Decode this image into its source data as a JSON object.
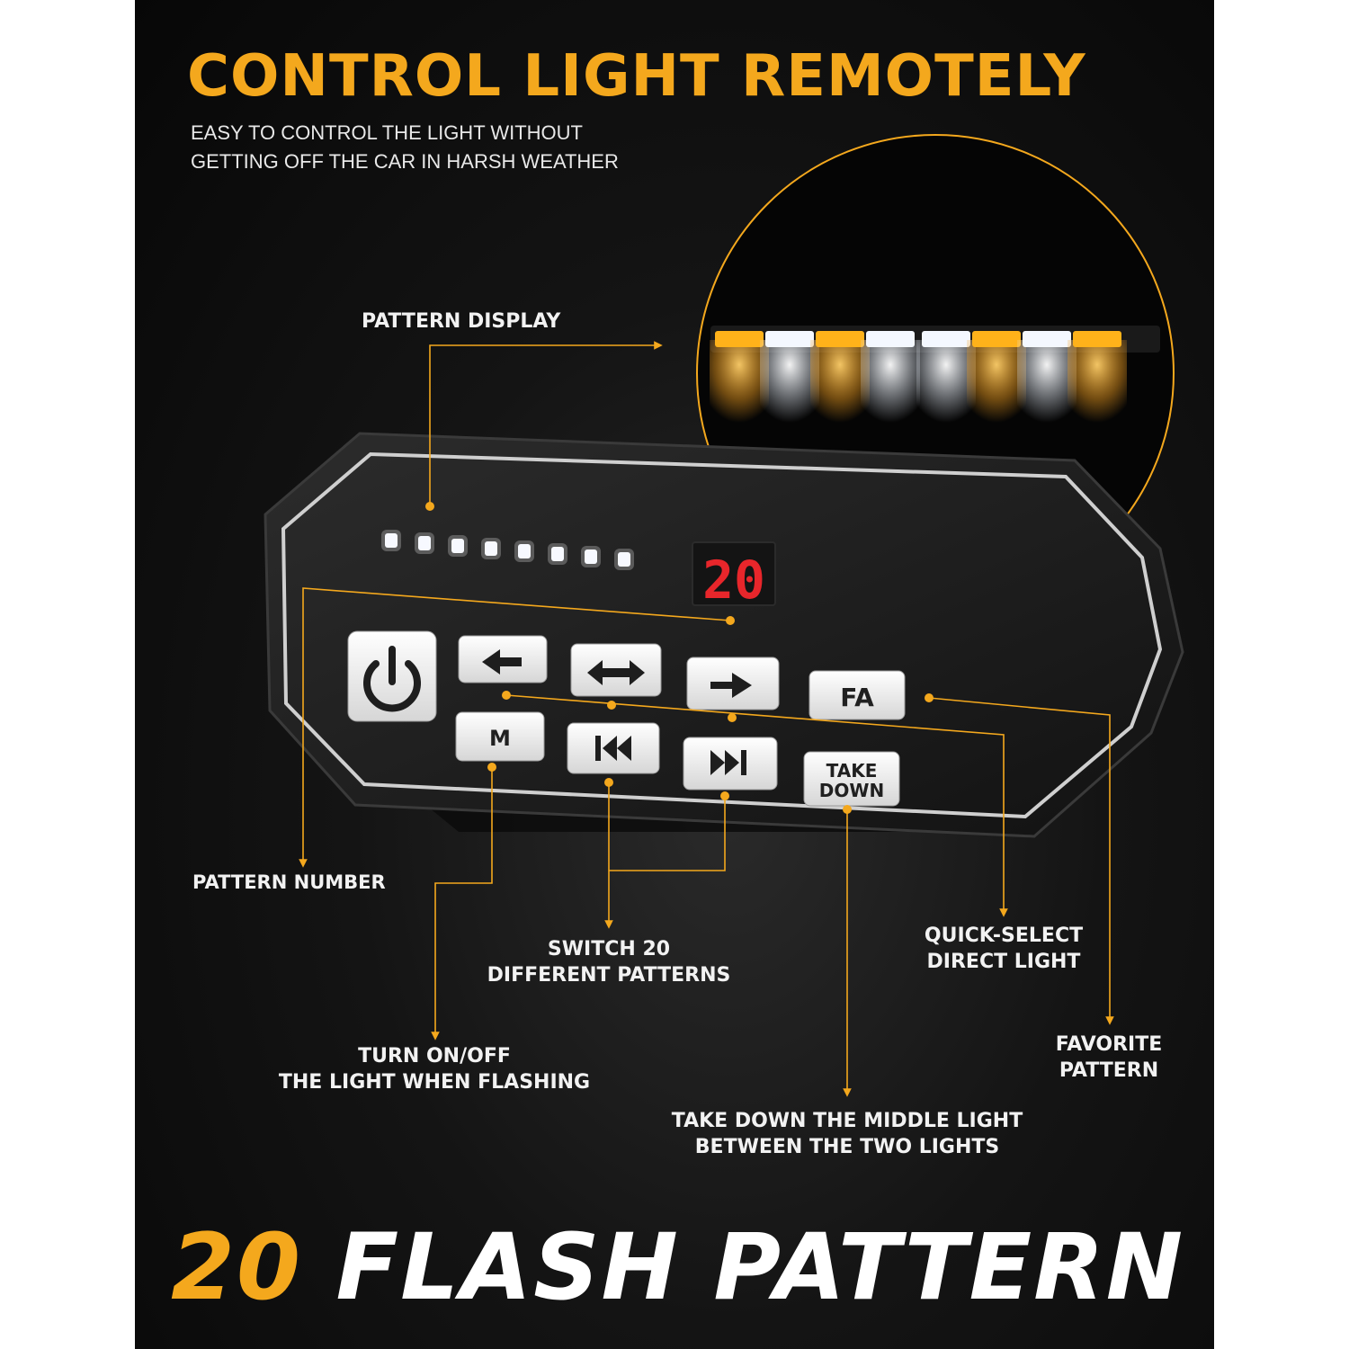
{
  "headline": "CONTROL LIGHT REMOTELY",
  "subline": {
    "line1": "EASY TO CONTROL THE LIGHT WITHOUT",
    "line2": "GETTING OFF THE CAR IN HARSH WEATHER"
  },
  "callouts": {
    "pattern_display": "PATTERN DISPLAY",
    "pattern_number": "PATTERN NUMBER",
    "switch_patterns": {
      "line1": "SWITCH 20",
      "line2": "DIFFERENT PATTERNS"
    },
    "quick_select": {
      "line1": "QUICK-SELECT",
      "line2": "DIRECT LIGHT"
    },
    "turn_on_off": {
      "line1": "TURN ON/OFF",
      "line2": "THE LIGHT WHEN FLASHING"
    },
    "favorite": {
      "line1": "FAVORITE",
      "line2": "PATTERN"
    },
    "take_down": {
      "line1": "TAKE DOWN THE MIDDLE LIGHT",
      "line2": "BETWEEN THE TWO LIGHTS"
    }
  },
  "controller": {
    "pattern_number_display": "20",
    "buttons": {
      "fa": "FA",
      "m": "M",
      "take_down_line1": "TAKE",
      "take_down_line2": "DOWN"
    },
    "indicator_count": 8
  },
  "light_bar": {
    "segment_colors": [
      "amber",
      "white",
      "amber",
      "white",
      "white",
      "amber",
      "white",
      "amber"
    ]
  },
  "bottom_title": {
    "number": "20",
    "text": " FLASH PATTERN"
  },
  "colors": {
    "accent": "#f4a81d",
    "text": "#f2f2f2",
    "background": "#0c0c0c",
    "display_red": "#e8262b",
    "amber_led": "#ffb21a",
    "white_led": "#f4f8ff"
  }
}
